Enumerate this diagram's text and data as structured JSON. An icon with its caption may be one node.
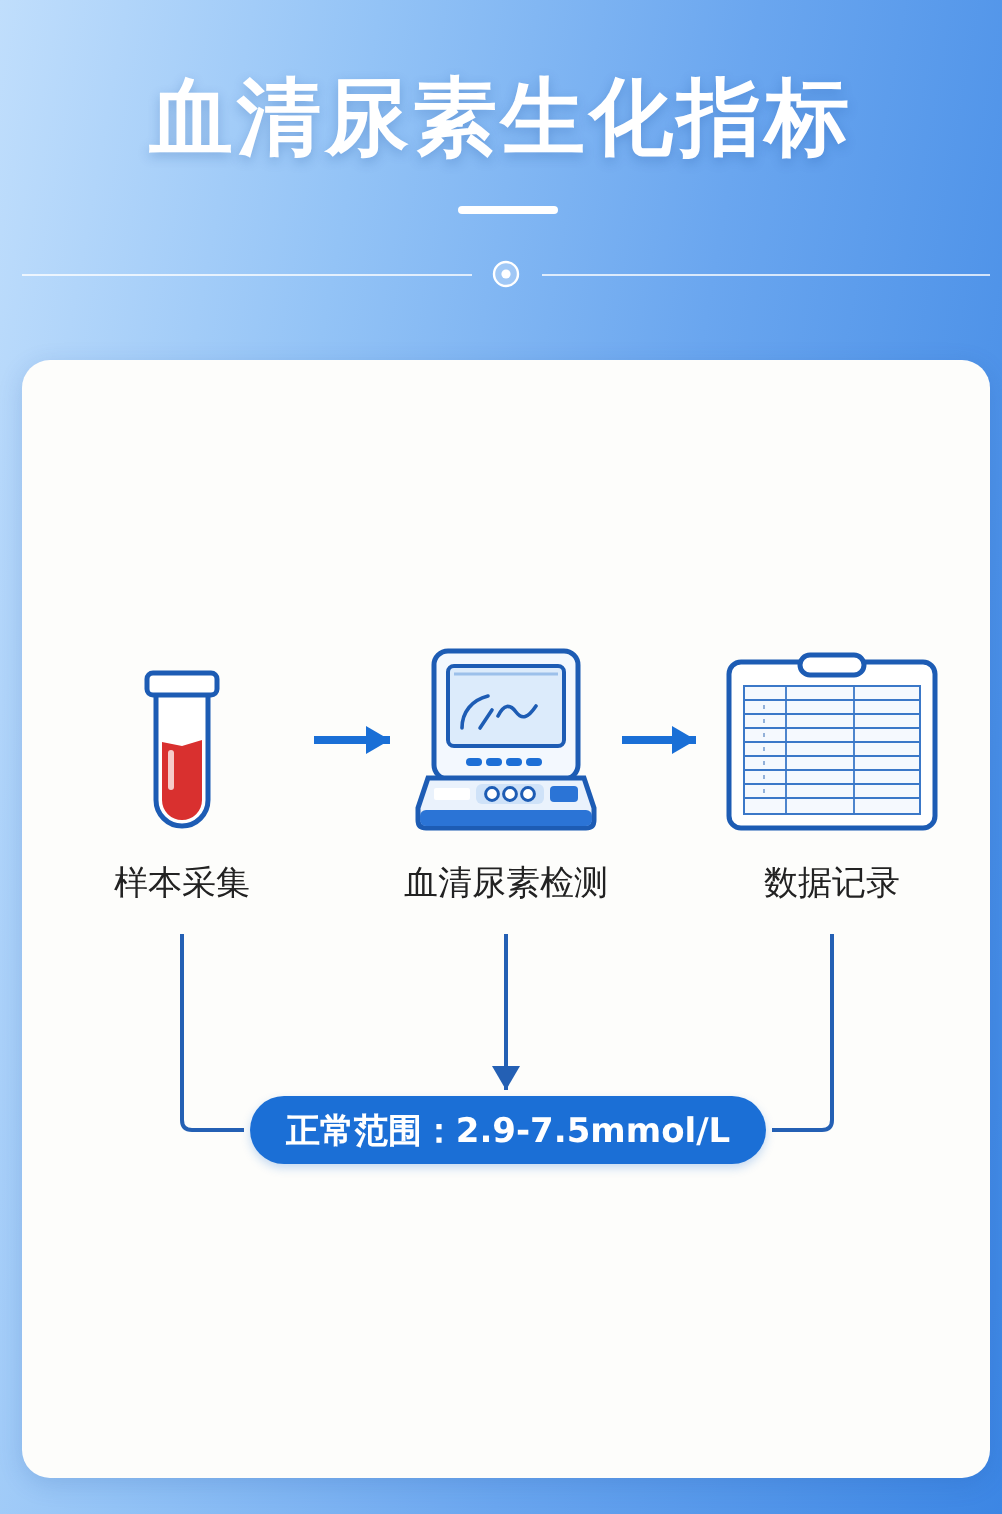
{
  "diagram": {
    "title": "血清尿素生化指标",
    "nodes": [
      {
        "text": [
          "样本采集"
        ]
      },
      {
        "text": [
          "血清尿素检测"
        ]
      },
      {
        "text": [
          "数据记录"
        ]
      },
      {
        "text": [
          "正常范围：2.9-7.5mmol/L"
        ]
      }
    ],
    "edges": [
      {
        "from": 0,
        "to": 1,
        "arrow": "to",
        "style": "thick"
      },
      {
        "from": 1,
        "to": 2,
        "arrow": "to",
        "style": "thick"
      },
      {
        "from": 0,
        "to": 3,
        "arrow": "none"
      },
      {
        "from": 1,
        "to": 3,
        "arrow": "to"
      },
      {
        "from": 2,
        "to": 3,
        "arrow": "none"
      }
    ]
  }
}
